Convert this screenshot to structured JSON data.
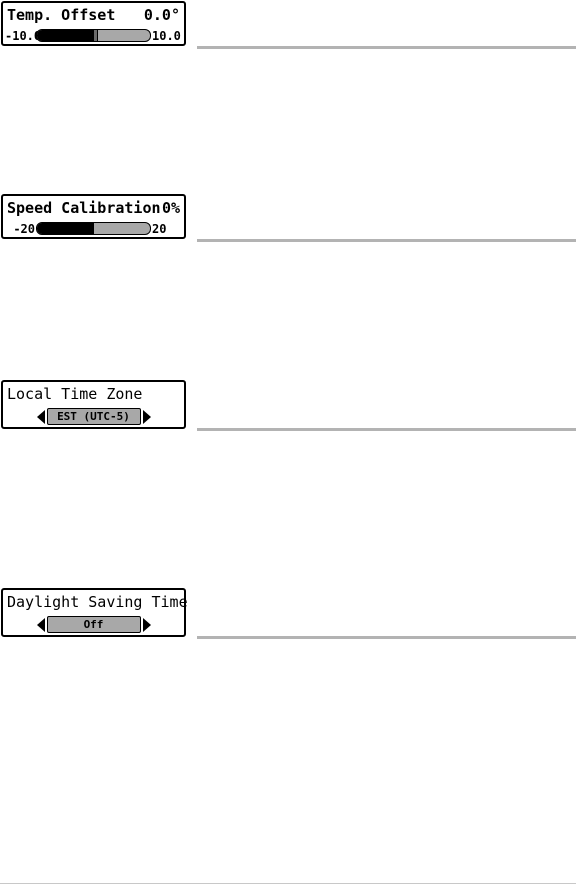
{
  "temp_offset": {
    "title": "Temp. Offset",
    "value": "0.0°",
    "min_label": "-10.0",
    "max_label": "10.0",
    "range": [
      -10,
      10
    ],
    "current": 0.0
  },
  "speed_calibration": {
    "title": "Speed Calibration",
    "value": "0%",
    "min_label": "-20",
    "max_label": "20",
    "range": [
      -20,
      20
    ],
    "current": 0
  },
  "local_time_zone": {
    "title": "Local Time Zone",
    "selected": "EST (UTC-5)"
  },
  "daylight_saving_time": {
    "title": "Daylight Saving Time",
    "selected": "Off"
  },
  "colors": {
    "track_gray": "#a8a8a8",
    "fill_black": "#000000",
    "divider_gray": "#b3b3b3"
  },
  "icons": [
    "chevron-left-icon",
    "chevron-right-icon"
  ]
}
